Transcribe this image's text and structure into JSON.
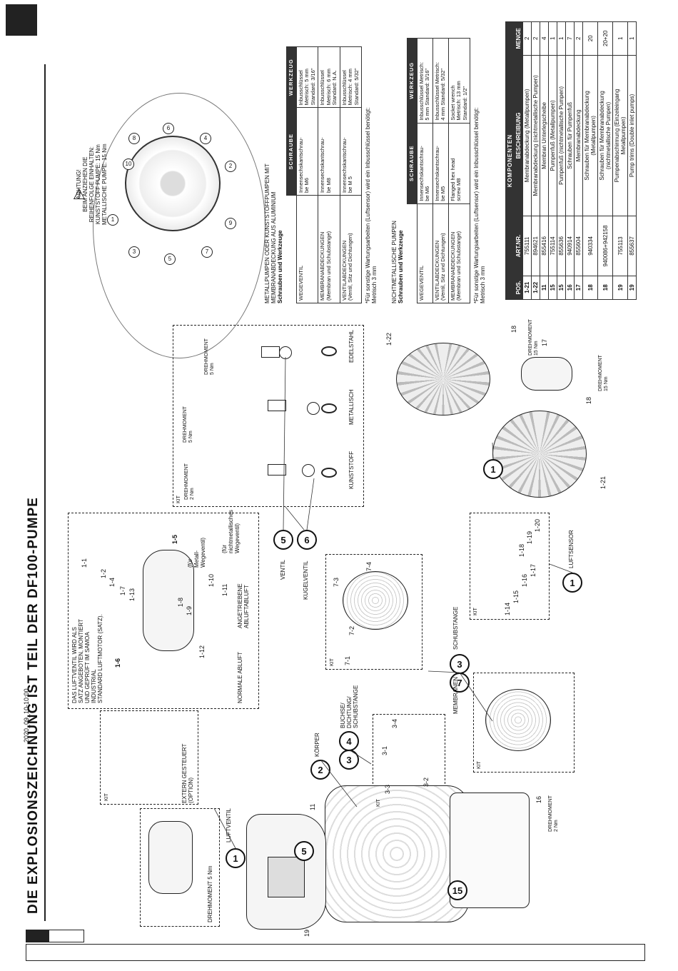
{
  "header": {
    "date": "2020_09_10-10:00",
    "title": "DIE EXPLOSIONSZEICHNUNG IST TEIL DER DF100-PUMPE"
  },
  "warning": {
    "lines": [
      "ACHTUNG!",
      "BEIM ANZIEHEN DIE",
      "REIHENFOLGE EINHALTEN:",
      "KUNSTSTOFF PUMPE: 15 Nm",
      "METALLISCHE PUMPE: 15 Nm"
    ],
    "numbers": [
      "1",
      "2",
      "3",
      "4",
      "5",
      "6",
      "7",
      "8",
      "9",
      "10"
    ]
  },
  "metal": {
    "caption1": "METALLPUMPEN ODER KUNSTSTOFFPUMPEN MIT",
    "caption2": "MEMBRANABDECKUNG AUS ALUMINIUM",
    "subtitle": "Schrauben und Werkzeuge",
    "head": [
      "",
      "SCHRAUBE",
      "WERKZEUG"
    ],
    "rows": [
      [
        "WEGEVENTIL",
        "Innensechskantschrau-\nbe M6",
        "Inbusschlüssel\nMetrisch: 5 mm\nStandard: 3/16\""
      ],
      [
        "MEMBRANABDECKUNGEN\n(Membran und Schubstange)",
        "Innensechskantschrau-\nbe M8",
        "Inbusschlüssel\nMetrisch: 6 mm\nStandard: N.A."
      ],
      [
        "VENTILABDECKUNGEN\n(Ventil, Sitz und Dichtungen)",
        "Innensechskantschrau-\nbe M 5",
        "Inbusschlüssel\nMetrisch: 4 mm\nStandard: 5/32\""
      ]
    ],
    "note1": "*Für sonstige Wartungsarbeiten (Luftsensor) wird ein Inbusschlüssel benötigt:",
    "note2": "Metrisch 3 mm"
  },
  "nonmetal": {
    "caption": "NICHTMETALLISCHE PUMPEN",
    "subtitle": "Schrauben und Werkzeuge",
    "head": [
      "",
      "SCHRAUBE",
      "WERKZEUG"
    ],
    "rows": [
      [
        "WEGEVENTIL",
        "Innensechskantschrau-\nbe M6",
        "Inbusschlüssel Metrisch:\n5 mm Standard: 3/16\""
      ],
      [
        "VENTILABDECKUNGEN\n(Ventil, Sitz und Dichtungen)",
        "Innensechskantschrau-\nbe M5",
        "Inbusschlüssel Metrisch:\n4 mm Standard: 5/32\""
      ],
      [
        "MEMBRANABDECKUNGEN\n(Membran und Schubstange)",
        "Flanged hex head\nscrew M8",
        "Socket wrench\nMetrisch: 13 mm\nStandard: 1/2\""
      ]
    ],
    "note1": "*Für sonstige Wartungsarbeiten (Luftsensor) wird ein Inbusschlüssel benötigt:",
    "note2": "Metrisch 3 mm"
  },
  "components": {
    "title": "KOMPONENTEN",
    "head": [
      "POS.",
      "ART.NR.",
      "BESCHREIBUNG",
      "MENGE"
    ],
    "rows": [
      [
        "1-21",
        "755111",
        "Membranabdeckung (Metallpumpen)",
        "2"
      ],
      [
        "1-22",
        "894621",
        "Membranabdeckung (nichtmetallische Pumpen)",
        "2"
      ],
      [
        "11",
        "855416",
        "Membran Unterlegscheibe",
        "4"
      ],
      [
        "15",
        "755114",
        "Pumpenfuß (Metallpumpen)",
        "1"
      ],
      [
        "15",
        "855636",
        "Pumpenfuß (nichtmetallische Pumpen)",
        "1"
      ],
      [
        "16",
        "940914",
        "Schrauben für Pumpenfuß",
        "7"
      ],
      [
        "17",
        "855604",
        "Membranabdeckung",
        "2"
      ],
      [
        "18",
        "940334",
        "Schrauben für Membranabdeckung\n(Metallpumpen)",
        "20"
      ],
      [
        "18",
        "940086+942158",
        "Schrauben für Membranabdeckung\n(nichtmetallische Pumpen)",
        "20+20"
      ],
      [
        "19",
        "755113",
        "Pumpenabschirmung (Einzeleingang\nMetallpumpen)",
        "1"
      ],
      [
        "19",
        "855637",
        "Pump trims (Double inlet pumps)",
        "1"
      ]
    ]
  },
  "labels": {
    "luftventil": "LUFTVENTIL",
    "drehmoment_5": "DREHMOMENT 5 Nm",
    "kit": "KIT",
    "extern": "EXTERN GESTEUERT\n(OPTION)",
    "satz": "DAS LUFTVENTIL WIRD ALS\nSATZ ANGEBOTEN, MONTIERT\nUND GEPRÜFT IM SAMOA\nINDUSTRIAL\nSTANDARD LUFTMOTOR (SATZ).",
    "fuer_metall": "(für\nMetall-\nWegeventil)",
    "fuer_nichtmetall": "(für\nnichtmetallisches\nWegeventil)",
    "normale": "NORMALE ABLUFT",
    "angetriebene": "ANGETRIEBENE\nABLUFTABLUFT",
    "ventil": "VENTIL",
    "kugelventil": "KUGELVENTIL",
    "koerper": "KÖRPER",
    "buchse": "BUCHSE/\nDICHTUNG/\nSCHUBSTANGE",
    "membranen": "MEMBRANEN",
    "schubstange": "SCHUBSTANGE",
    "luftsensor": "LUFTSENSOR",
    "kunststoff": "KUNSTSTOFF",
    "metallisch": "METALLISCH",
    "edelstahl": "EDELSTAHL",
    "drehmoment_2nm": "DREHMOMENT\n2 Nm",
    "drehmoment_5nm": "DREHMOMENT\n5 Nm",
    "drehmoment_15nm": "DREHMOMENT\n15 Nm"
  },
  "callouts": {
    "c1": "1",
    "c2": "2",
    "c3": "3",
    "c4": "4",
    "c5": "5",
    "c6": "6",
    "c7": "7",
    "c15": "15"
  },
  "parts": [
    "1-1",
    "1-2",
    "1-4",
    "1-7",
    "1-13",
    "1-5",
    "1-6",
    "1-8",
    "1-9",
    "1-10",
    "1-11",
    "1-12",
    "7-1",
    "7-2",
    "7-3",
    "7-4",
    "3-1",
    "3-2",
    "3-3",
    "3-4",
    "1-14",
    "1-15",
    "1-16",
    "1-17",
    "1-18",
    "1-19",
    "1-20",
    "1-21",
    "1-22",
    "11",
    "16",
    "17",
    "18",
    "19"
  ]
}
